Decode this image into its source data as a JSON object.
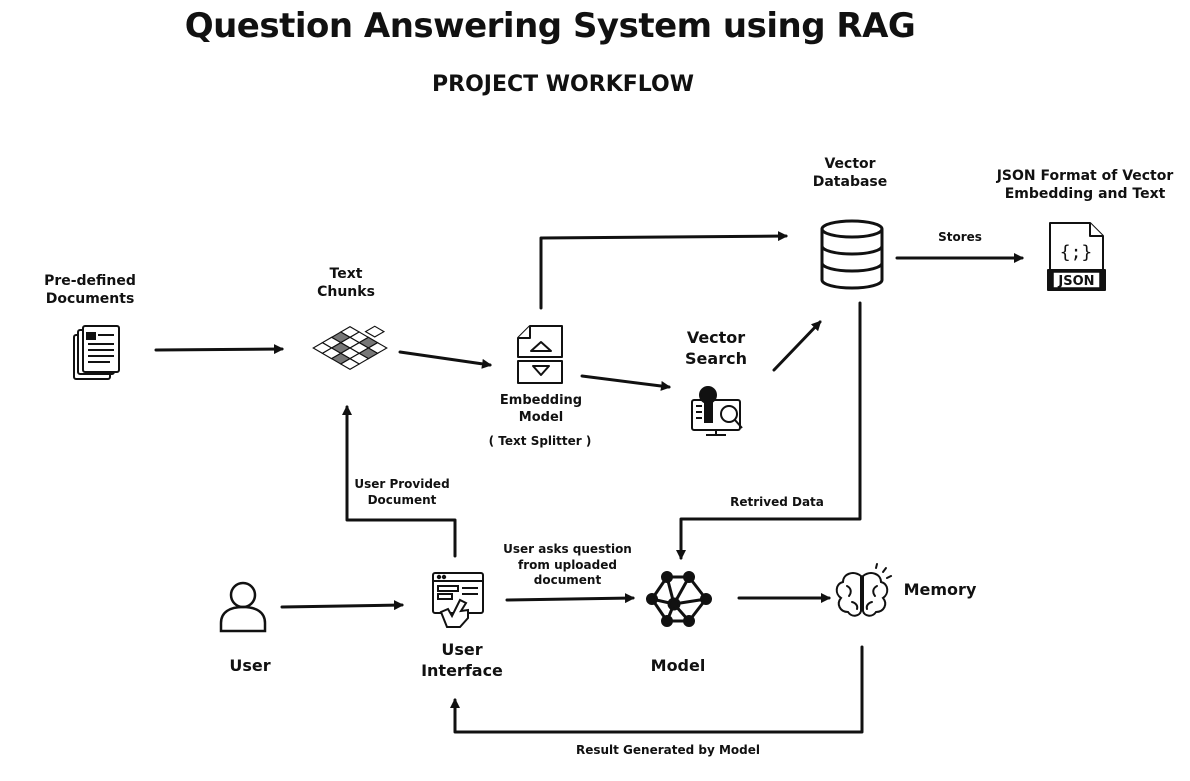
{
  "title": "Question Answering System using RAG",
  "subtitle": "PROJECT WORKFLOW",
  "nodes": {
    "predefined_documents": {
      "line1": "Pre-defined",
      "line2": "Documents",
      "icon": "documents-icon"
    },
    "text_chunks": {
      "line1": "Text",
      "line2": "Chunks",
      "icon": "chunks-grid-icon"
    },
    "embedding_model": {
      "line1": "Embedding",
      "line2": "Model",
      "note": "( Text Splitter )",
      "icon": "file-split-icon"
    },
    "vector_search": {
      "line1": "Vector",
      "line2": "Search",
      "icon": "key-search-icon"
    },
    "vector_database": {
      "line1": "Vector",
      "line2": "Database",
      "icon": "database-icon"
    },
    "json_format": {
      "line1": "JSON Format of Vector",
      "line2": "Embedding and Text",
      "icon": "json-file-icon",
      "icon_text": "{;}",
      "icon_badge": "JSON"
    },
    "user": {
      "label": "User",
      "icon": "user-icon"
    },
    "user_interface": {
      "line1": "User",
      "line2": "Interface",
      "icon": "ui-click-icon"
    },
    "model": {
      "label": "Model",
      "icon": "network-icon"
    },
    "memory": {
      "label": "Memory",
      "icon": "brain-icon"
    }
  },
  "edges": {
    "stores": "Stores",
    "user_provided_document": {
      "line1": "User Provided",
      "line2": "Document"
    },
    "retrieved_data": "Retrived Data",
    "user_asks": {
      "line1": "User asks question",
      "line2": "from uploaded",
      "line3": "document"
    },
    "result_generated": "Result Generated by Model"
  }
}
